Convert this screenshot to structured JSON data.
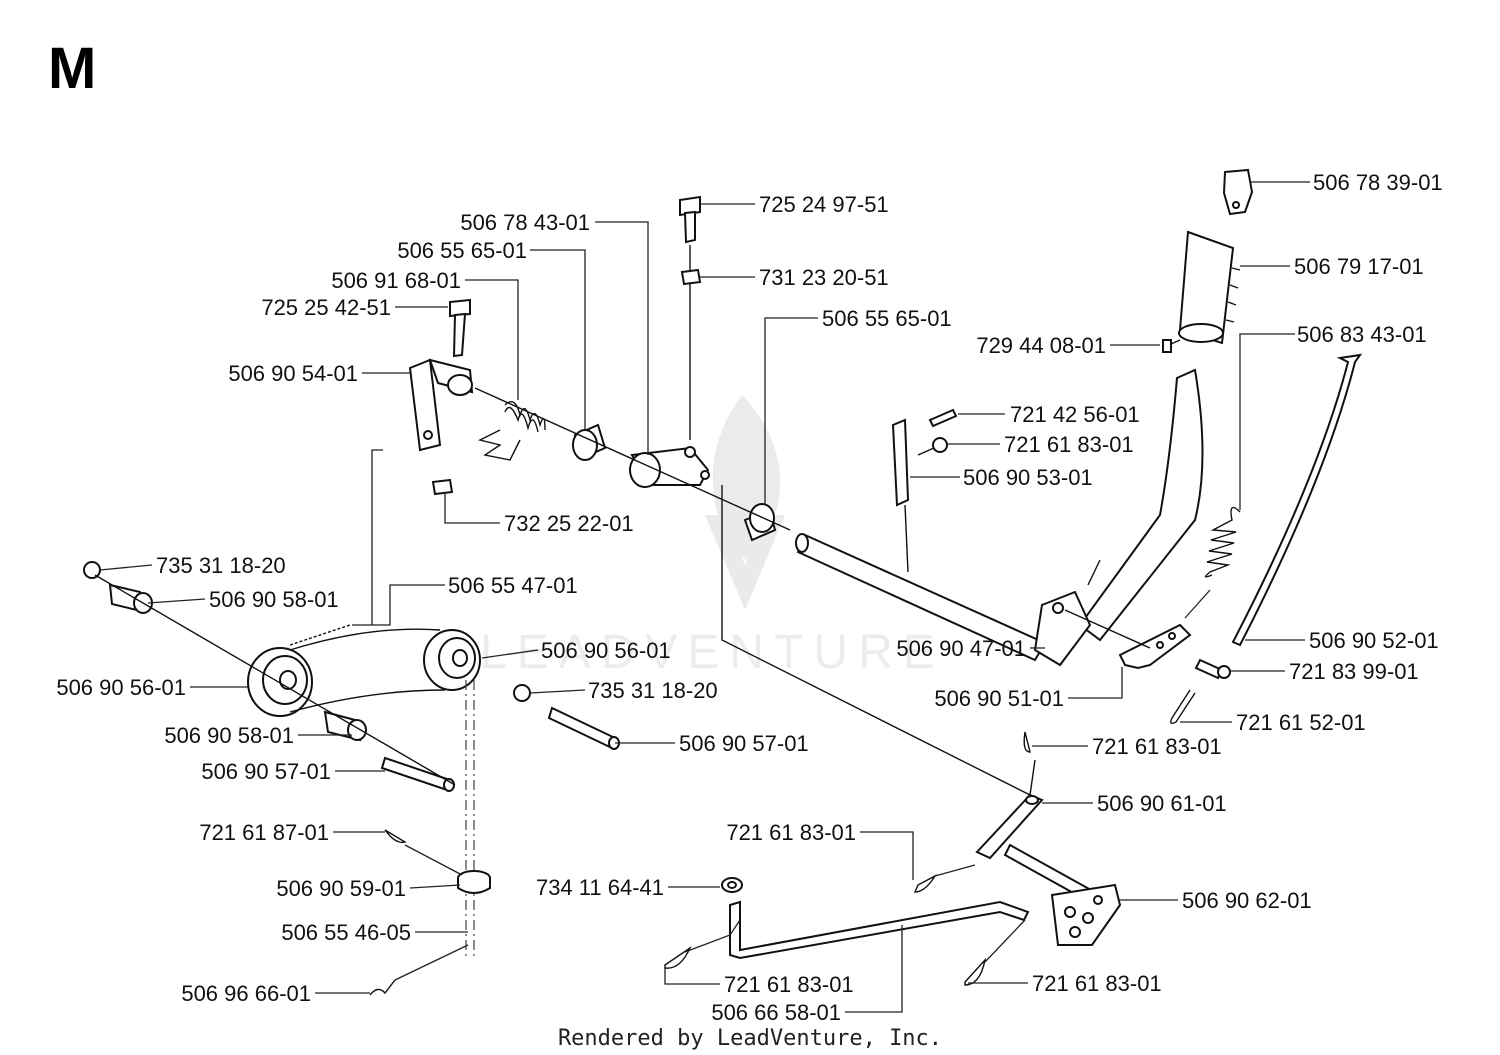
{
  "page": {
    "section_letter": "M",
    "watermark": "LEADVENTURE",
    "credit": "Rendered by LeadVenture, Inc."
  },
  "callouts": [
    {
      "id": "c1",
      "part": "506 78 39-01"
    },
    {
      "id": "c2",
      "part": "725 24 97-51"
    },
    {
      "id": "c3",
      "part": "506 78 43-01"
    },
    {
      "id": "c4",
      "part": "506 55 65-01"
    },
    {
      "id": "c5",
      "part": "731 23 20-51"
    },
    {
      "id": "c6",
      "part": "506 79 17-01"
    },
    {
      "id": "c7",
      "part": "506 91 68-01"
    },
    {
      "id": "c8",
      "part": "725 25 42-51"
    },
    {
      "id": "c9",
      "part": "506 55 65-01"
    },
    {
      "id": "c10",
      "part": "506 83 43-01"
    },
    {
      "id": "c11",
      "part": "729 44 08-01"
    },
    {
      "id": "c12",
      "part": "506 90 54-01"
    },
    {
      "id": "c13",
      "part": "721 42 56-01"
    },
    {
      "id": "c14",
      "part": "721 61 83-01"
    },
    {
      "id": "c15",
      "part": "506 90 53-01"
    },
    {
      "id": "c16",
      "part": "732 25 22-01"
    },
    {
      "id": "c17",
      "part": "735 31 18-20"
    },
    {
      "id": "c18",
      "part": "506 55 47-01"
    },
    {
      "id": "c19",
      "part": "506 90 58-01"
    },
    {
      "id": "c20",
      "part": "506 90 52-01"
    },
    {
      "id": "c21",
      "part": "506 90 56-01"
    },
    {
      "id": "c22",
      "part": "506 90 47-01"
    },
    {
      "id": "c23",
      "part": "721 83 99-01"
    },
    {
      "id": "c24",
      "part": "506 90 56-01"
    },
    {
      "id": "c25",
      "part": "735 31 18-20"
    },
    {
      "id": "c26",
      "part": "506 90 51-01"
    },
    {
      "id": "c27",
      "part": "721 61 52-01"
    },
    {
      "id": "c28",
      "part": "506 90 58-01"
    },
    {
      "id": "c29",
      "part": "506 90 57-01"
    },
    {
      "id": "c30",
      "part": "721 61 83-01"
    },
    {
      "id": "c31",
      "part": "506 90 57-01"
    },
    {
      "id": "c32",
      "part": "506 90 61-01"
    },
    {
      "id": "c33",
      "part": "721 61 87-01"
    },
    {
      "id": "c34",
      "part": "721 61 83-01"
    },
    {
      "id": "c35",
      "part": "506 90 59-01"
    },
    {
      "id": "c36",
      "part": "734 11 64-41"
    },
    {
      "id": "c37",
      "part": "506 90 62-01"
    },
    {
      "id": "c38",
      "part": "506 55 46-05"
    },
    {
      "id": "c39",
      "part": "721 61 83-01"
    },
    {
      "id": "c40",
      "part": "721 61 83-01"
    },
    {
      "id": "c41",
      "part": "506 96 66-01"
    },
    {
      "id": "c42",
      "part": "506 66 58-01"
    }
  ]
}
